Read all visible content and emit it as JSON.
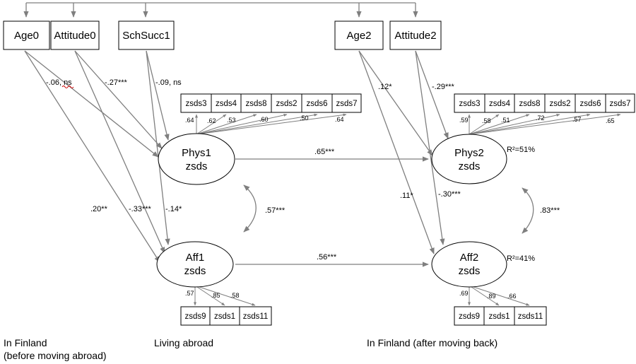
{
  "colors": {
    "arrow": "#7f7f7f",
    "box_stroke": "#000000",
    "text": "#000000",
    "squiggle": "#cc0000"
  },
  "observed": {
    "age0": "Age0",
    "attitude0": "Attitude0",
    "schsucc1": "SchSucc1",
    "age2": "Age2",
    "attitude2": "Attitude2"
  },
  "latent": {
    "phys1": [
      "Phys1",
      "zsds"
    ],
    "aff1": [
      "Aff1",
      "zsds"
    ],
    "phys2": [
      "Phys2",
      "zsds"
    ],
    "aff2": [
      "Aff2",
      "zsds"
    ]
  },
  "indicators": {
    "phys1": [
      "zsds3",
      "zsds4",
      "zsds8",
      "zsds2",
      "zsds6",
      "zsds7"
    ],
    "phys1_loadings": [
      ".64",
      ".62",
      ".53",
      ".60",
      ".50",
      ".64"
    ],
    "phys2": [
      "zsds3",
      "zsds4",
      "zsds8",
      "zsds2",
      "zsds6",
      "zsds7"
    ],
    "phys2_loadings": [
      ".59",
      ".58",
      ".51",
      ".72",
      ".57",
      ".65"
    ],
    "aff1": [
      "zsds9",
      "zsds1",
      "zsds11"
    ],
    "aff1_loadings": [
      ".57",
      ".85",
      ".58"
    ],
    "aff2": [
      "zsds9",
      "zsds1",
      "zsds11"
    ],
    "aff2_loadings": [
      ".69",
      ".89",
      ".66"
    ]
  },
  "paths": {
    "age0_phys1": "-.06, ns",
    "att0_phys1": "-.27***",
    "sch_phys1": "-.09, ns",
    "age0_aff1": ".20**",
    "att0_aff1": "-.33***",
    "sch_aff1": "-.14*",
    "phys1_phys2": ".65***",
    "aff1_aff2": ".56***",
    "cov1": ".57***",
    "cov2": ".83***",
    "age2_phys2": ".12*",
    "att2_phys2": "-.29***",
    "age2_aff2": ".11*",
    "att2_aff2": "-.30***"
  },
  "r2": {
    "phys2": "R²=51%",
    "aff2": "R²=41%"
  },
  "phases": {
    "before": [
      "In Finland",
      "(before moving abroad)"
    ],
    "abroad": "Living abroad",
    "after": "In Finland (after moving back)"
  }
}
